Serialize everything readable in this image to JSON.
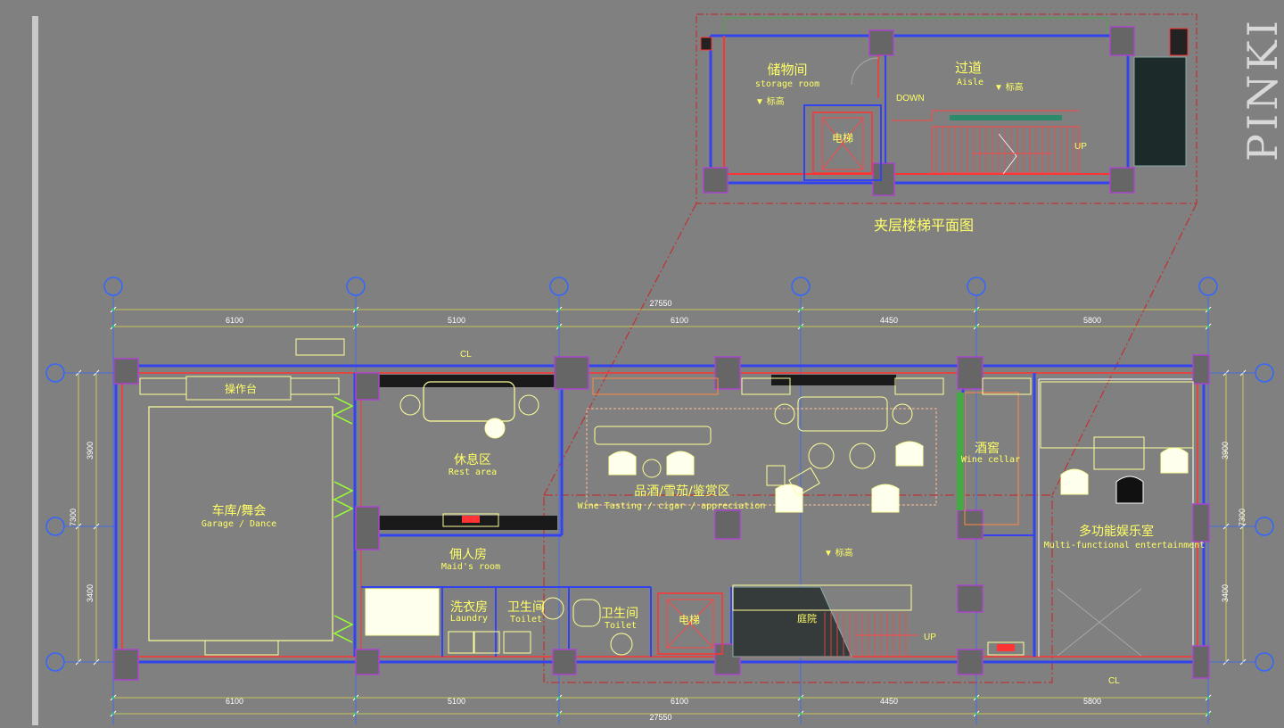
{
  "watermark": "PINKI",
  "mezzanine": {
    "title": "夹层楼梯平面图",
    "rooms": [
      {
        "id": "storage",
        "cn": "储物间",
        "en": "storage room"
      },
      {
        "id": "aisle",
        "cn": "过道",
        "en": "Aisle"
      }
    ],
    "elevator": "电梯",
    "down": "DOWN",
    "up": "UP"
  },
  "dimensions": {
    "total": "27550",
    "segments": [
      "6100",
      "5100",
      "6100",
      "4450",
      "5800"
    ],
    "side_total": "7300",
    "side_segments": [
      "3900",
      "3400"
    ]
  },
  "centerline": "CL",
  "plan": {
    "rooms": [
      {
        "id": "garage",
        "cn": "车库/舞会",
        "en": "Garage / Dance"
      },
      {
        "id": "rest",
        "cn": "休息区",
        "en": "Rest area"
      },
      {
        "id": "wine",
        "cn": "品酒/雪茄/鉴赏区",
        "en": "Wine Tasting / cigar / appreciation"
      },
      {
        "id": "cellar",
        "cn": "酒窖",
        "en": "Wine cellar"
      },
      {
        "id": "multi",
        "cn": "多功能娱乐室",
        "en": "Multi-functional entertainment"
      },
      {
        "id": "maid",
        "cn": "佣人房",
        "en": "Maid's room"
      },
      {
        "id": "laundry",
        "cn": "洗衣房",
        "en": "Laundry"
      },
      {
        "id": "toilet1",
        "cn": "卫生间",
        "en": "Toilet"
      },
      {
        "id": "toilet2",
        "cn": "卫生间",
        "en": "Toilet"
      }
    ],
    "console": "操作台",
    "elevator": "电梯",
    "garden": "庭院",
    "up": "UP"
  },
  "colors": {
    "background": "#808080",
    "wall_blue": "#3344ee",
    "wall_red": "#ff3333",
    "column_purple": "#aa44cc",
    "text_yellow": "#ffff66",
    "furniture": "#ffff99",
    "dim_line": "#dddd44",
    "grid_bubble": "#3366ff"
  }
}
